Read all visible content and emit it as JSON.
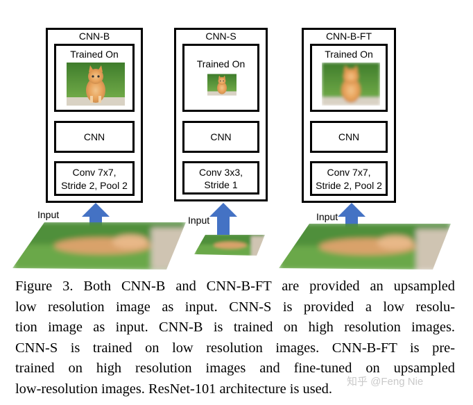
{
  "columns": [
    {
      "title": "CNN-B",
      "trained_on": "Trained On",
      "cnn": "CNN",
      "conv_line1": "Conv 7x7,",
      "conv_line2": "Stride 2, Pool 2",
      "input": "Input"
    },
    {
      "title": "CNN-S",
      "trained_on": "Trained On",
      "cnn": "CNN",
      "conv_line1": "Conv 3x3,",
      "conv_line2": "Stride 1",
      "input": "Input"
    },
    {
      "title": "CNN-B-FT",
      "trained_on": "Trained On",
      "cnn": "CNN",
      "conv_line1": "Conv 7x7,",
      "conv_line2": "Stride 2, Pool 2",
      "input": "Input"
    }
  ],
  "caption": {
    "lines": [
      "Figure 3. Both CNN-B and CNN-B-FT are provided an upsampled",
      "low resolution image as input.  CNN-S is provided a low resolu-",
      "tion image as input. CNN-B is trained on high resolution images.",
      "CNN-S is trained on low resolution images.  CNN-B-FT is pre-",
      "trained on high resolution images and fine-tuned on upsampled",
      "low-resolution images. ResNet-101 architecture is used."
    ]
  },
  "watermark": "知乎 @Feng Nie",
  "colors": {
    "arrow": "#4472c4",
    "border": "#000000",
    "grass": "#5a9a3a",
    "cat": "#e8a25a"
  }
}
